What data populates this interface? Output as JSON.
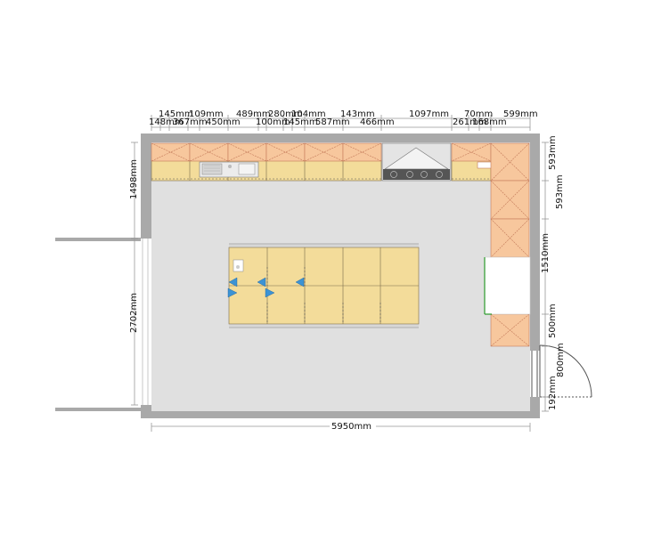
{
  "colors": {
    "wall": "#a9a9a9",
    "floor": "#e0e0e0",
    "base_cabinet": "#f3dc9a",
    "wall_cabinet": "#f7c79d",
    "outline": "#7a6a4a",
    "cross": "#c47a5a",
    "appliance_blue": "#3c93d4",
    "fridge_outline": "#2a9a2a",
    "dimension": "#999999",
    "text": "#111111"
  },
  "dimensions": {
    "top_upper": [
      "145mm",
      "109mm",
      "489mm",
      "280mm",
      "104mm",
      "143mm",
      "1097mm",
      "70mm",
      "599mm"
    ],
    "top_lower": [
      "148mm",
      "367mm",
      "450mm",
      "100mm",
      "145mm",
      "587mm",
      "466mm",
      "261mm",
      "168mm"
    ],
    "left_top": "1498mm",
    "left_opening": "2702mm",
    "right": [
      "593mm",
      "593mm",
      "1510mm",
      "500mm",
      "800mm",
      "192mm"
    ],
    "bottom": "5950mm"
  }
}
